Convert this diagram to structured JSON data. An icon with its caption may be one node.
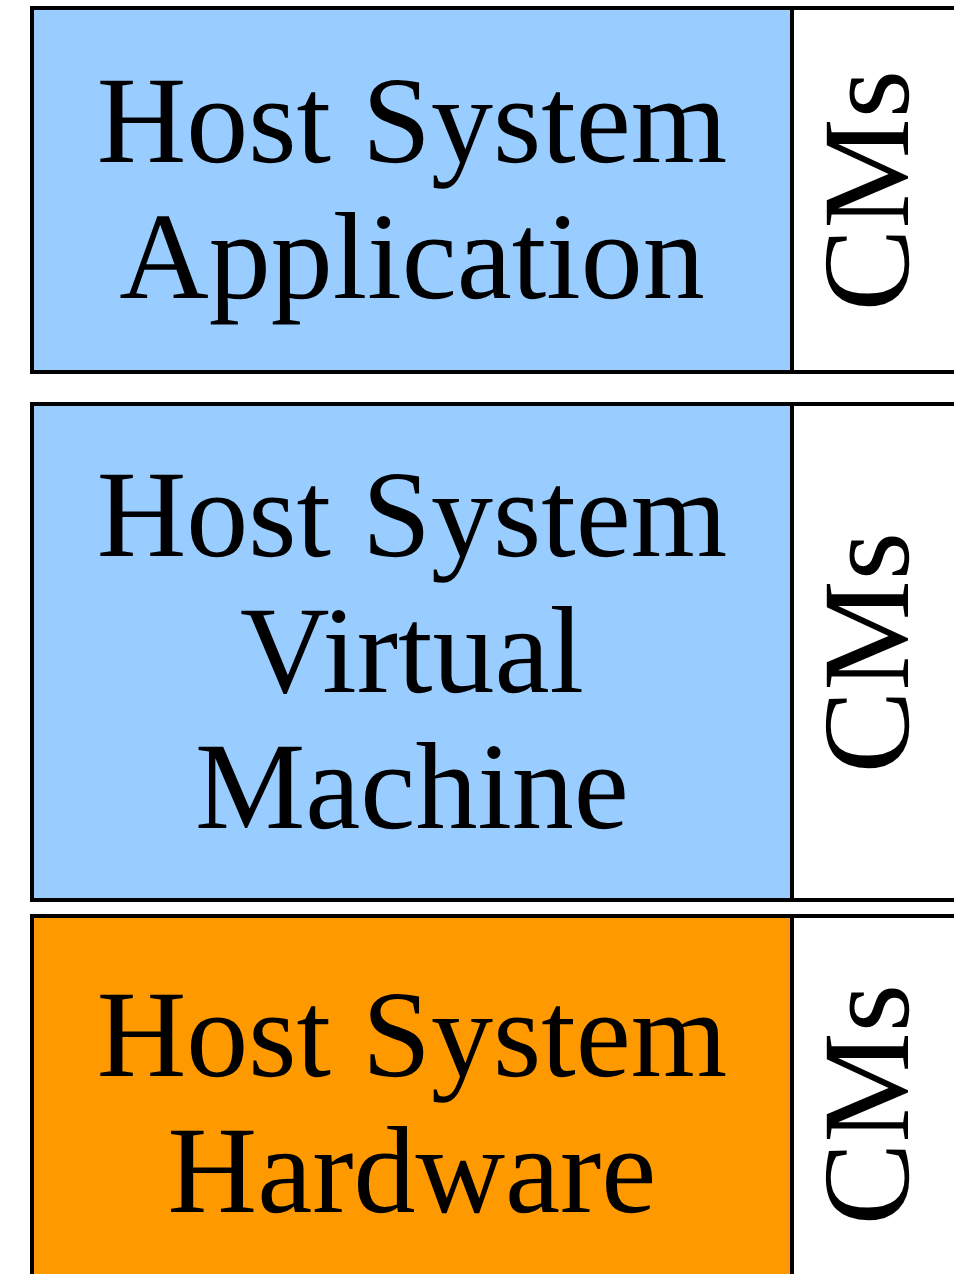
{
  "diagram": {
    "nodes": [
      {
        "text": [
          "Host System Application"
        ]
      },
      {
        "text": [
          "CMs"
        ]
      },
      {
        "text": [
          "Host System Virtual Machine"
        ]
      },
      {
        "text": [
          "CMs"
        ]
      },
      {
        "text": [
          "Host System Hardware"
        ]
      },
      {
        "text": [
          "CMs"
        ]
      }
    ]
  }
}
